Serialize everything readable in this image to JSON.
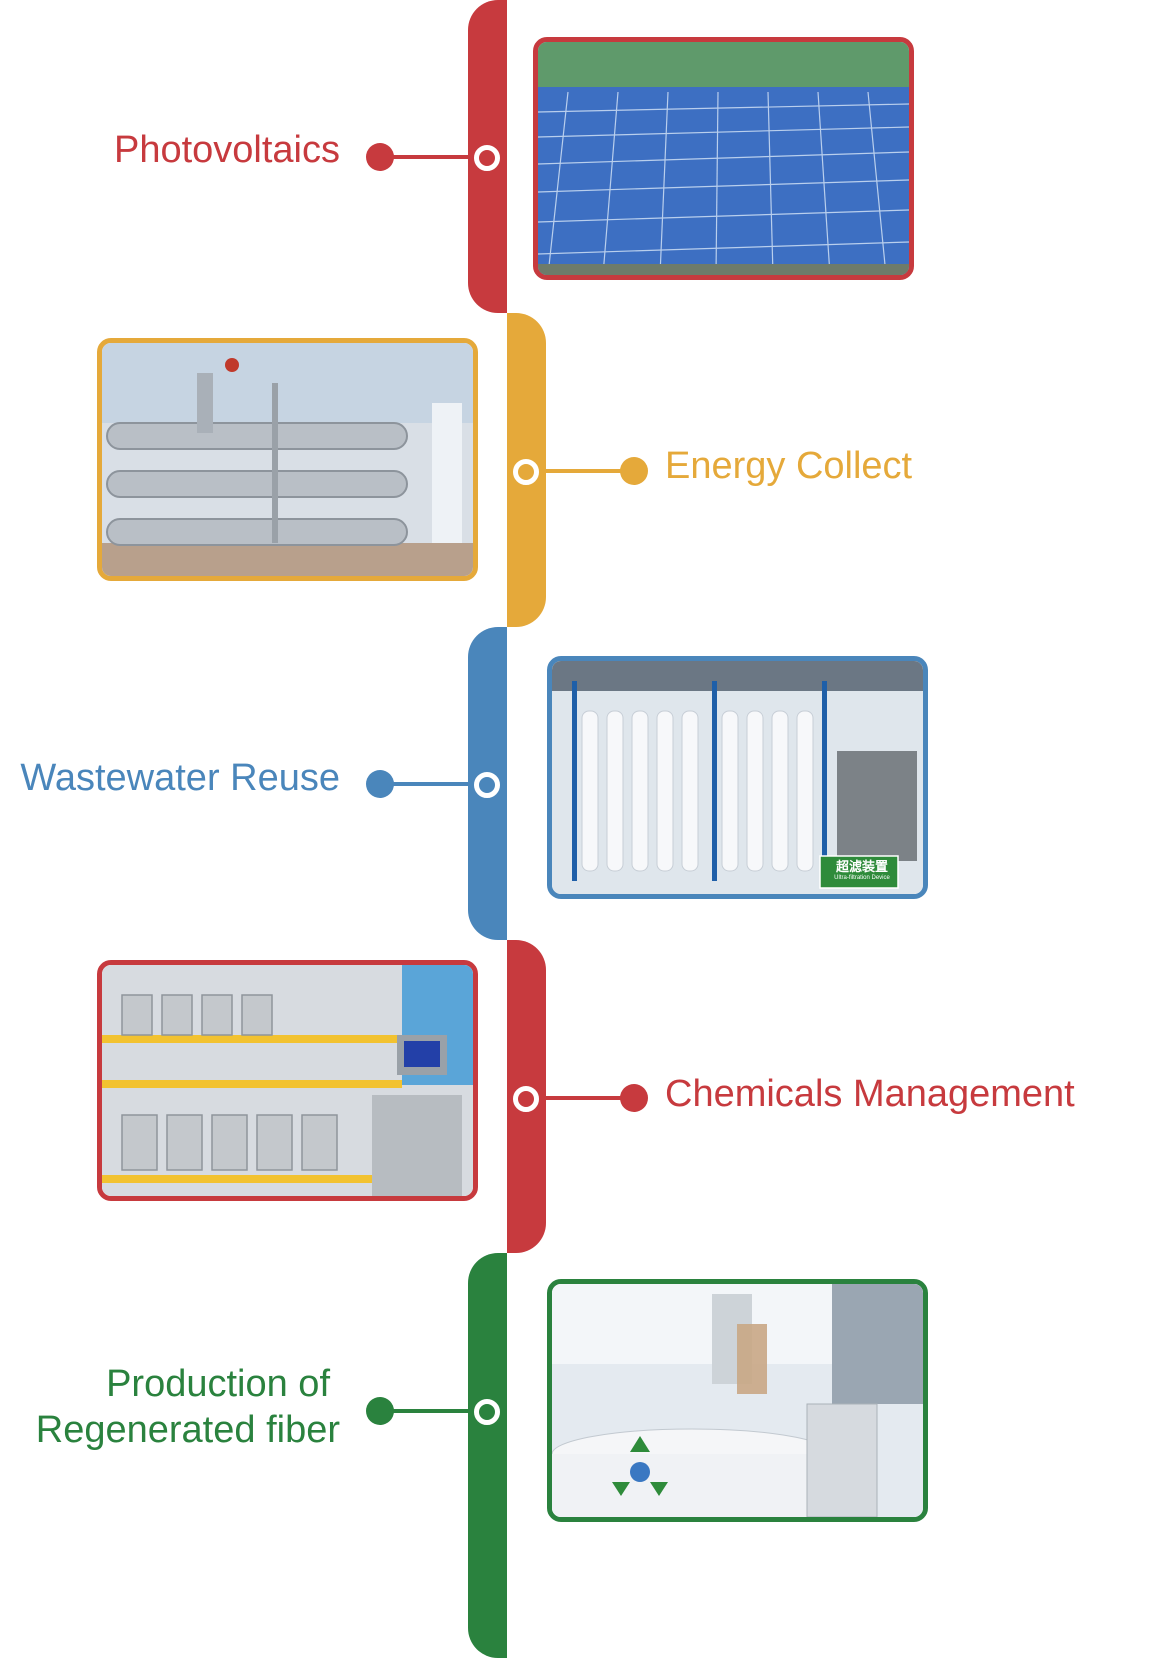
{
  "timeline": {
    "items": [
      {
        "id": "photovoltaics",
        "label_lines": [
          "Photovoltaics"
        ],
        "color": "#c73a3e",
        "side": "left",
        "photo_subject": "solar panel field"
      },
      {
        "id": "energy-collect",
        "label_lines": [
          "Energy Collect"
        ],
        "color": "#e5a93a",
        "side": "right",
        "photo_subject": "heat exchanger pipes"
      },
      {
        "id": "wastewater-reuse",
        "label_lines": [
          "Wastewater Reuse"
        ],
        "color": "#4a86bb",
        "side": "left",
        "photo_subject": "ultra-filtration device",
        "photo_sign": {
          "title": "超滤装置",
          "subtitle": "Ultra-filtration Device"
        }
      },
      {
        "id": "chemicals-management",
        "label_lines": [
          "Chemicals Management"
        ],
        "color": "#c73a3e",
        "side": "right",
        "photo_subject": "chemical dispensing station"
      },
      {
        "id": "regenerated-fiber",
        "label_lines": [
          "Production of",
          "Regenerated fiber"
        ],
        "color": "#2a823e",
        "side": "left",
        "photo_subject": "regenerated fiber production line with recycling symbol"
      }
    ]
  }
}
